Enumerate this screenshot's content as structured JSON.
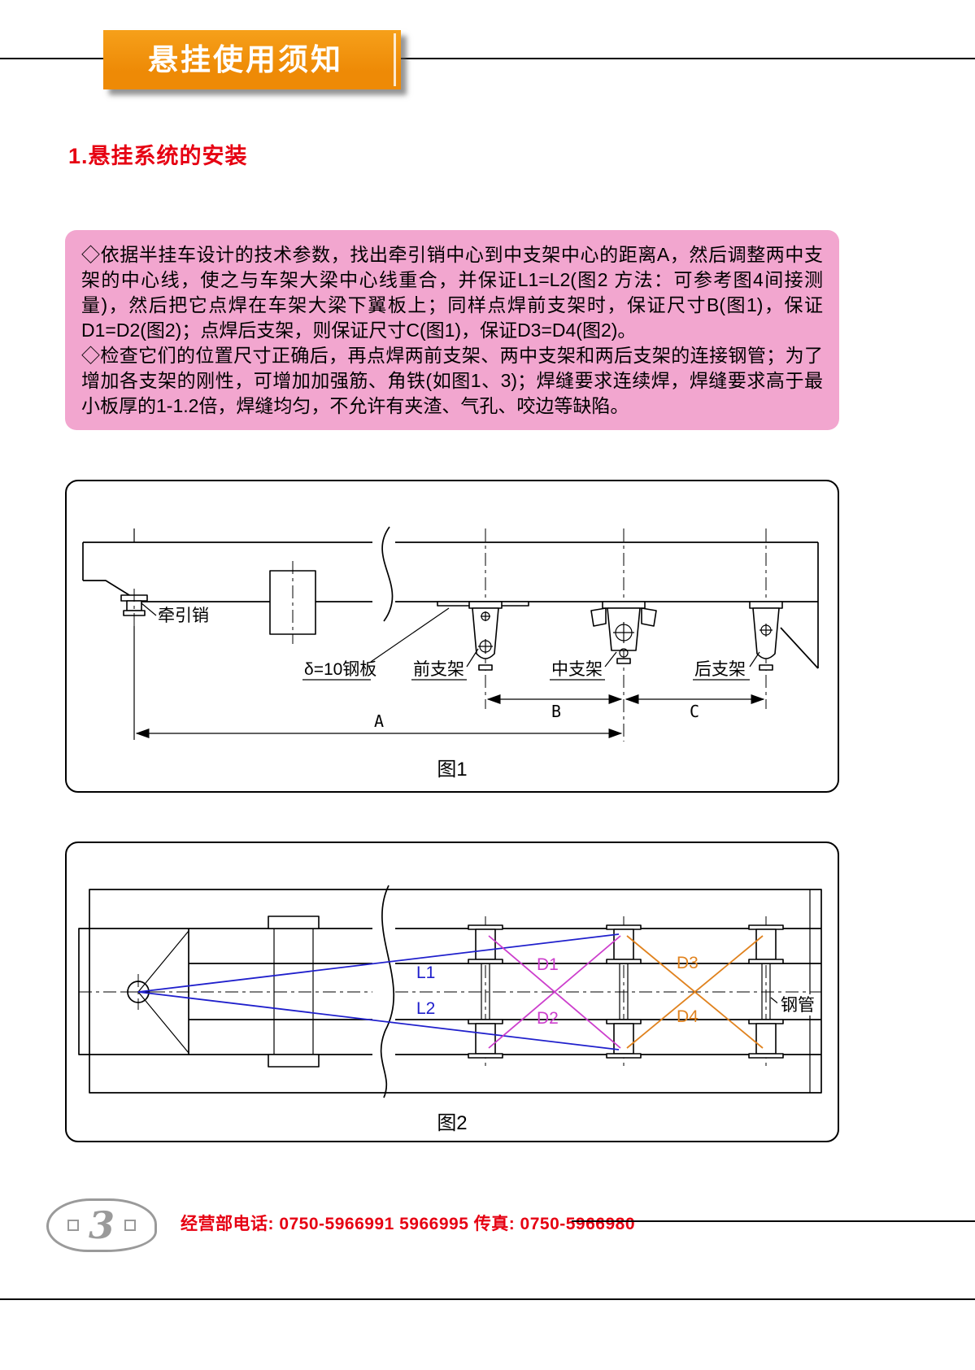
{
  "colors": {
    "banner-orange": "#ee8a06",
    "pink-bg": "#f2a6cf",
    "accent-red": "#e60012",
    "line-blue": "#2020cc",
    "line-magenta": "#cc3ecc",
    "line-orange": "#e0821e",
    "tab-gray": "#9a9a9a"
  },
  "header": {
    "title": "悬挂使用须知"
  },
  "section": {
    "title": "1.悬挂系统的安装"
  },
  "notice": {
    "para1": "◇依据半挂车设计的技术参数，找出牵引销中心到中支架中心的距离A，然后调整两中支架的中心线，使之与车架大梁中心线重合，并保证L1=L2(图2 方法：可参考图4间接测量)，然后把它点焊在车架大梁下翼板上；同样点焊前支架时，保证尺寸B(图1)，保证D1=D2(图2)；点焊后支架，则保证尺寸C(图1)，保证D3=D4(图2)。",
    "para2": "◇检查它们的位置尺寸正确后，再点焊两前支架、两中支架和两后支架的连接钢管；为了增加各支架的刚性，可增加加强筋、角铁(如图1、3)；焊缝要求连续焊，焊缝要求高于最小板厚的1-1.2倍，焊缝均匀，不允许有夹渣、气孔、咬边等缺陷。"
  },
  "figure1": {
    "caption": "图1",
    "labels": {
      "kingpin": "牵引销",
      "plate": "δ=10钢板",
      "front": "前支架",
      "middle": "中支架",
      "rear": "后支架"
    },
    "dims": {
      "a": "A",
      "b": "B",
      "c": "C"
    }
  },
  "figure2": {
    "caption": "图2",
    "labels": {
      "l1": "L1",
      "l2": "L2",
      "d1": "D1",
      "d2": "D2",
      "d3": "D3",
      "d4": "D4",
      "pipe": "钢管"
    }
  },
  "footer": {
    "page_number": "3",
    "contact": "经营部电话: 0750-5966991 5966995 传真: 0750-5966980"
  }
}
